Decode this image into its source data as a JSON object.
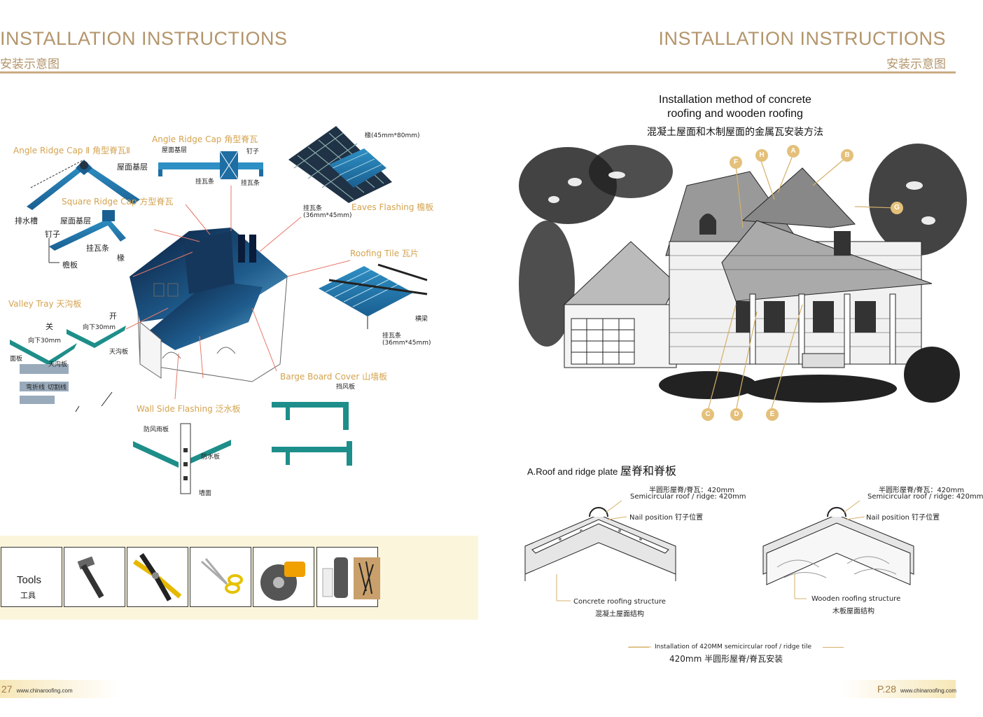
{
  "header": {
    "left_title": "INSTALLATION INSTRUCTIONS",
    "left_subtitle": "安装示意图",
    "right_title": "INSTALLATION INSTRUCTIONS",
    "right_subtitle": "安装示意图"
  },
  "left_page": {
    "labels": {
      "angle_ridge_cap_ii": "Angle Ridge Cap Ⅱ 角型脊瓦Ⅱ",
      "angle_ridge_cap": "Angle Ridge Cap 角型脊瓦",
      "square_ridge_cap": "Square Ridge Cap 方型脊瓦",
      "eaves_flashing": "Eaves Flashing 檐板",
      "roofing_tile": "Roofing Tile 瓦片",
      "valley_tray": "Valley Tray 天沟板",
      "barge_board_cover": "Barge Board Cover  山墙板",
      "wall_side_flashing": "Wall Side Flashing 泛水板"
    },
    "annotations": {
      "roof_base": "屋面基层",
      "roof_base_2": "屋面基层",
      "drain": "排水槽",
      "nail": "钉子",
      "nail_2": "钉子",
      "batten": "挂瓦条",
      "rafter": "椽",
      "eaves_board": "檐板",
      "rafter_dims": "椽(45mm*80mm)",
      "batten_dims": "挂瓦条\n(36mm*45mm)",
      "batten_dims_2": "挂瓦条\n(36mm*45mm)",
      "beam": "横梁",
      "close": "关",
      "open": "开",
      "down_30": "向下30mm",
      "down_30_2": "向下30mm",
      "panel": "面板",
      "valley": "天沟板",
      "valley_2": "天沟板",
      "wind_board": "挡风板",
      "windproof_rain_board": "防风雨板",
      "waterproof_board": "防水板",
      "wall_face": "墙面",
      "fold_line": "弯折线",
      "cut_line": "切割线",
      "small_roof_base": "屋面基层",
      "small_batten": "挂瓦条",
      "small_batten_2": "挂瓦条"
    },
    "tools": {
      "label": "Tools",
      "label_cn": "工具"
    },
    "footer": {
      "page": "27",
      "url": "www.chinaroofing.com"
    }
  },
  "right_page": {
    "title_line1": "Installation method of concrete",
    "title_line2": "roofing and wooden roofing",
    "title_cn": "混凝土屋面和木制屋面的金属瓦安装方法",
    "badges": [
      "A",
      "B",
      "C",
      "D",
      "E",
      "F",
      "G",
      "H"
    ],
    "section_title": "A.Roof and ridge plate",
    "section_title_cn": "屋脊和脊板",
    "diagram_left": {
      "ridge_cn": "半圆形屋脊/脊瓦：420mm",
      "ridge_en": "Semicircular roof / ridge: 420mm",
      "nail": "Nail position   钉子位置",
      "structure_en": "Concrete roofing structure",
      "structure_cn": "混凝土屋面结构"
    },
    "diagram_right": {
      "ridge_cn": "半圆形屋脊/脊瓦：420mm",
      "ridge_en": "Semicircular roof / ridge: 420mm",
      "nail": "Nail position   钉子位置",
      "structure_en": "Wooden roofing structure",
      "structure_cn": "木板屋面结构"
    },
    "caption_en": "Installation of 420MM semicircular roof / ridge tile",
    "caption_cn": "420mm 半圆形屋脊/脊瓦安装",
    "footer": {
      "page": "P.28",
      "url": "www.chinaroofing.com"
    }
  }
}
